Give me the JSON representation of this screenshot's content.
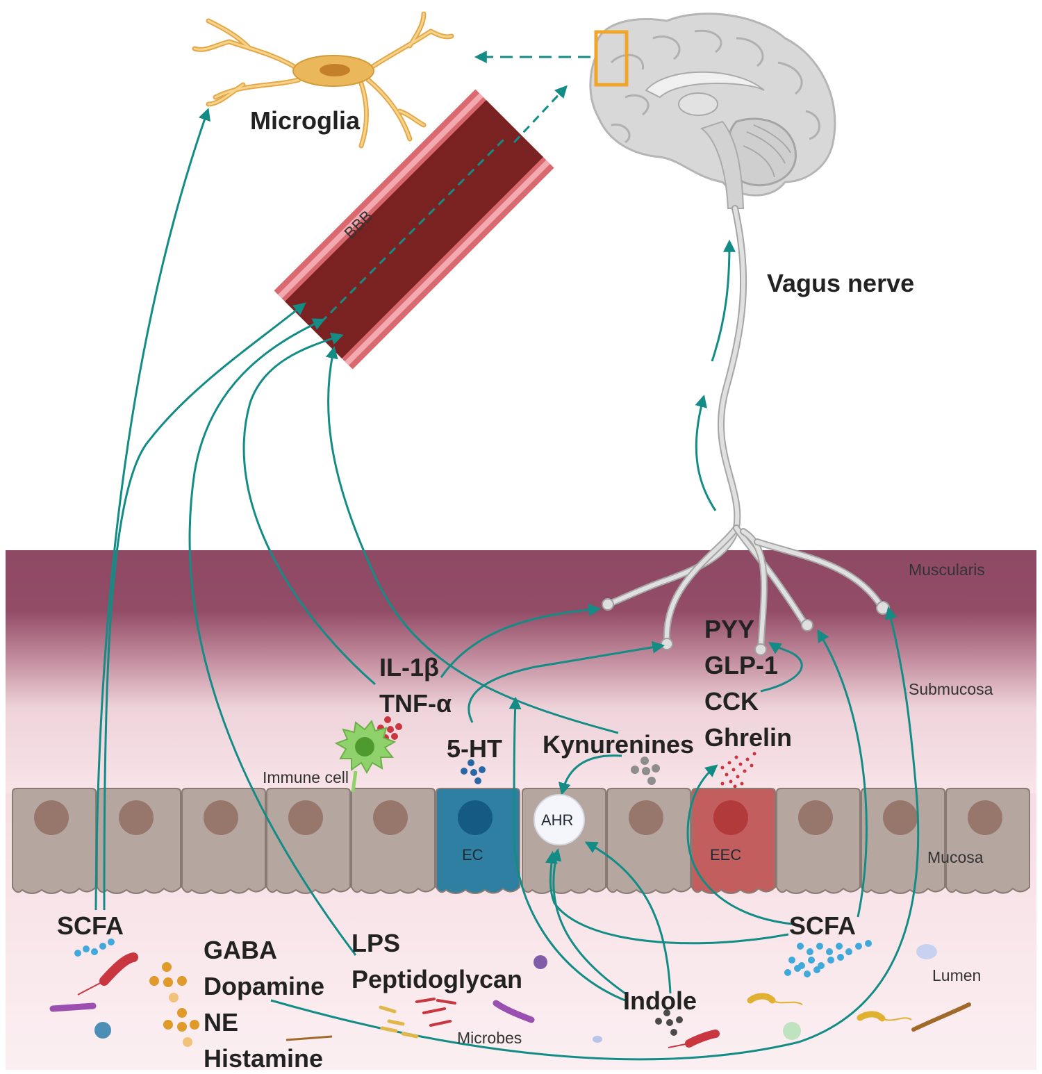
{
  "labels": {
    "microglia": "Microglia",
    "bbb": "BBB",
    "vagus_nerve": "Vagus nerve",
    "muscularis": "Muscularis",
    "submucosa": "Submucosa",
    "mucosa": "Mucosa",
    "lumen": "Lumen",
    "microbes": "Microbes",
    "immune_cell": "Immune cell",
    "ec": "EC",
    "eec": "EEC",
    "ahr": "AHR"
  },
  "molecules": {
    "il1b": "IL-1β",
    "tnfa": "TNF-α",
    "ht5": "5-HT",
    "kynurenines": "Kynurenines",
    "pyy": "PYY",
    "glp1": "GLP-1",
    "cck": "CCK",
    "ghrelin": "Ghrelin",
    "scfa_left": "SCFA",
    "scfa_right": "SCFA",
    "gaba": "GABA",
    "dopamine": "Dopamine",
    "ne": "NE",
    "histamine": "Histamine",
    "lps": "LPS",
    "peptidoglycan": "Peptidoglycan",
    "indole": "Indole"
  },
  "colors": {
    "arrow": "#138c86",
    "tissue_top": "#8e4964",
    "tissue_bottom": "#f7e1e6",
    "cell": "#b6a6a0",
    "ec_cell": "#2e7fa2",
    "eec_cell": "#c25e5e",
    "vessel": "#7a2222",
    "vessel_wall": "#d9686f",
    "microglia": "#e4a84a",
    "brain": "#c9c9c9",
    "highlight_box": "#f0a62a"
  }
}
